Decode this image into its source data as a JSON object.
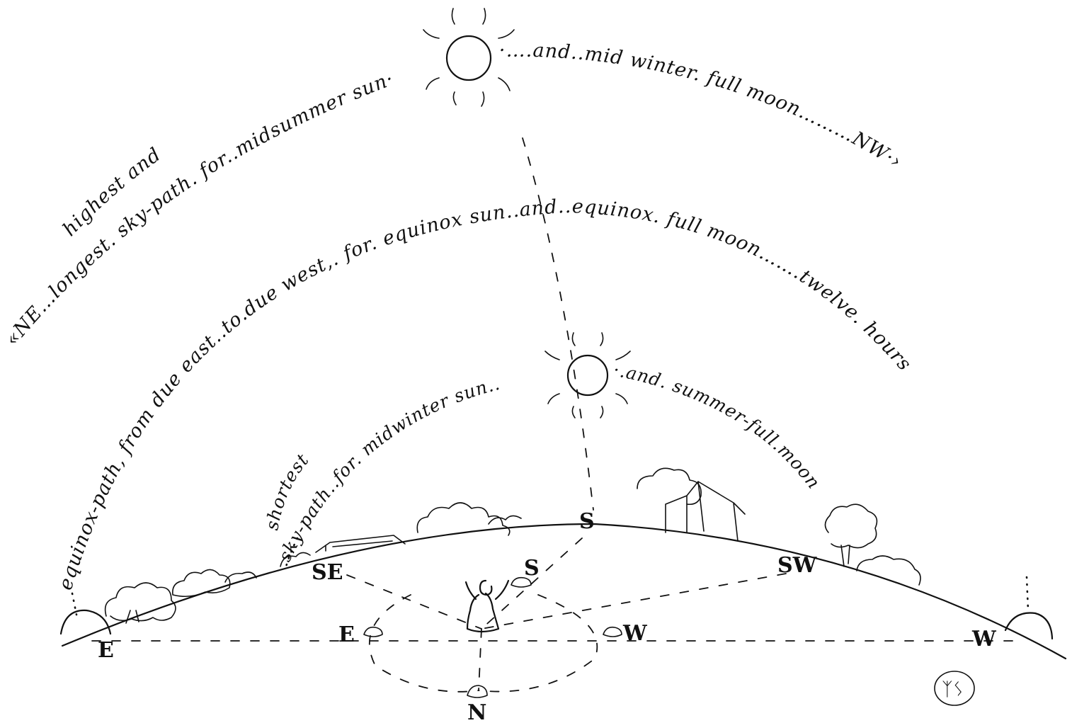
{
  "arcs": {
    "outer_left": "highest and",
    "outer_left2": "«NE…longest. sky-path. for..midsummer sun·",
    "outer_right": "·….and..mid winter. full moon………NW·›",
    "middle": "equinox-path, from due east..to.due west,. for. equinox sun..and..equinox. full moon…….twelve. hours",
    "inner_left": "shortest",
    "inner_left2": "sky-path..for. midwinter sun..",
    "inner_right": "·.and. summer-full.moon"
  },
  "compass": {
    "horizon_E": "E",
    "horizon_W": "W",
    "horizon_SE": "SE",
    "horizon_S": "S",
    "horizon_SW": "SW",
    "ground_E": "E",
    "ground_W": "W",
    "ground_S": "S",
    "ground_N": "N"
  },
  "signature": "ᛉᛊ",
  "colors": {
    "ink": "#111111",
    "paper": "#ffffff"
  },
  "icons": [
    "sun-icon",
    "setting-sun-icon",
    "rising-sun-icon",
    "tree-icon",
    "barn-icon",
    "figure-icon",
    "stone-icon"
  ]
}
